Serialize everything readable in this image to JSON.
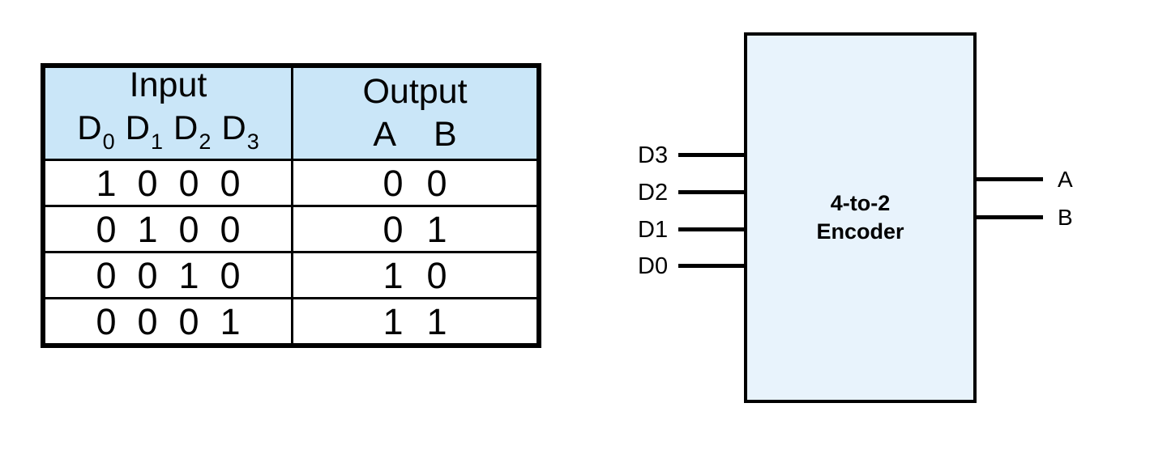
{
  "truth_table": {
    "input_label": "Input",
    "output_label": "Output",
    "input_signals": [
      {
        "base": "D",
        "sub": "0"
      },
      {
        "base": "D",
        "sub": "1"
      },
      {
        "base": "D",
        "sub": "2"
      },
      {
        "base": "D",
        "sub": "3"
      }
    ],
    "output_signals": [
      "A",
      "B"
    ],
    "rows": [
      {
        "inputs": [
          "1",
          "0",
          "0",
          "0"
        ],
        "outputs": [
          "0",
          "0"
        ]
      },
      {
        "inputs": [
          "0",
          "1",
          "0",
          "0"
        ],
        "outputs": [
          "0",
          "1"
        ]
      },
      {
        "inputs": [
          "0",
          "0",
          "1",
          "0"
        ],
        "outputs": [
          "1",
          "0"
        ]
      },
      {
        "inputs": [
          "0",
          "0",
          "0",
          "1"
        ],
        "outputs": [
          "1",
          "1"
        ]
      }
    ],
    "header_fill": "#cae6f8"
  },
  "diagram": {
    "block_label_line1": "4-to-2",
    "block_label_line2": "Encoder",
    "input_labels": [
      "D3",
      "D2",
      "D1",
      "D0"
    ],
    "output_labels": [
      "A",
      "B"
    ],
    "block_fill": "#e8f3fc",
    "line_color": "#000000"
  }
}
